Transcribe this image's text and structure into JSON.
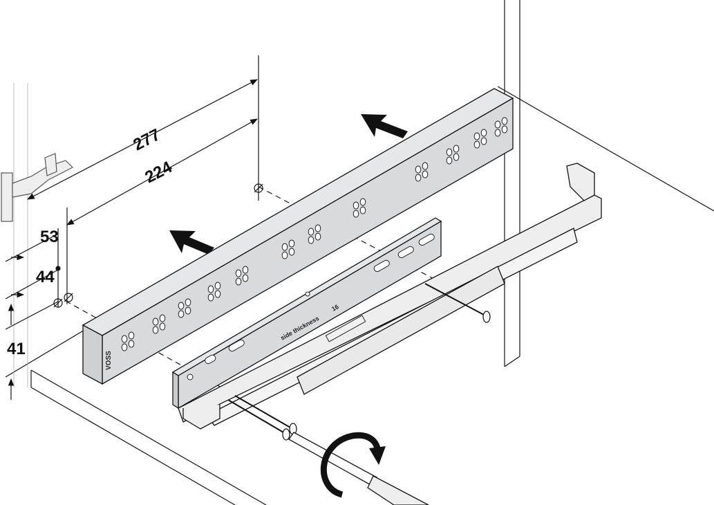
{
  "dimensions": {
    "d277": "277",
    "d224": "224",
    "d53": "53",
    "d44": "44",
    "d41": "41"
  },
  "labels": {
    "rail_text": "side thickness",
    "rail_number": "16",
    "brand": "VOSS"
  },
  "colors": {
    "part_fill": "#d9dadc",
    "part_fill_light": "#e6e7e8",
    "line": "#111111"
  }
}
